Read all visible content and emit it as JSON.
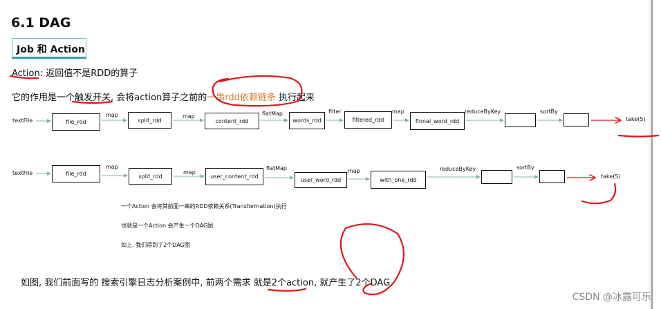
{
  "heading": "6.1 DAG",
  "subheading": "Job 和 Action",
  "line1": "Action: 返回值不是RDD的算子",
  "line2": {
    "pre": "它的作用是一个触发开关, 会将action算子之前的",
    "highlight": "一串rdd依赖链条",
    "post": " 执行起来"
  },
  "flow1": {
    "start": "textFile",
    "boxes": [
      "file_rdd",
      "split_rdd",
      "content_rdd",
      "words_rdd",
      "filtered_rdd",
      "finnal_word_rdd",
      "",
      ""
    ],
    "ops": [
      "map",
      "map",
      "flatMap",
      "filter",
      "map",
      "reduceByKey",
      "sortBy"
    ],
    "end": "take(5)"
  },
  "flow2": {
    "start": "textFile",
    "boxes": [
      "file_rdd",
      "split_rdd",
      "user_content_rdd",
      "user_word_rdd",
      "with_one_rdd",
      "",
      ""
    ],
    "ops": [
      "map",
      "map",
      "flatMap",
      "map",
      "reduceByKey",
      "sortBy"
    ],
    "end": "take(5)"
  },
  "notes": [
    "一个Action 会将其前面一串的RDD依赖关系(Transformation)执行",
    "也就是一个Action 会产生一个DAG图",
    "如上, 我们得到了2个DAG图"
  ],
  "bottom_text": "如图, 我们前面写的 搜索引擎日志分析案例中, 前两个需求 就是2个action, 就产生了2个DAG",
  "watermark": "CSDN @冰露可乐",
  "colors": {
    "arrow": "#7fb89a",
    "annotation_red": "#e0161c",
    "highlight": "#e07a2c",
    "accent_teal": "#3aa0a0"
  }
}
